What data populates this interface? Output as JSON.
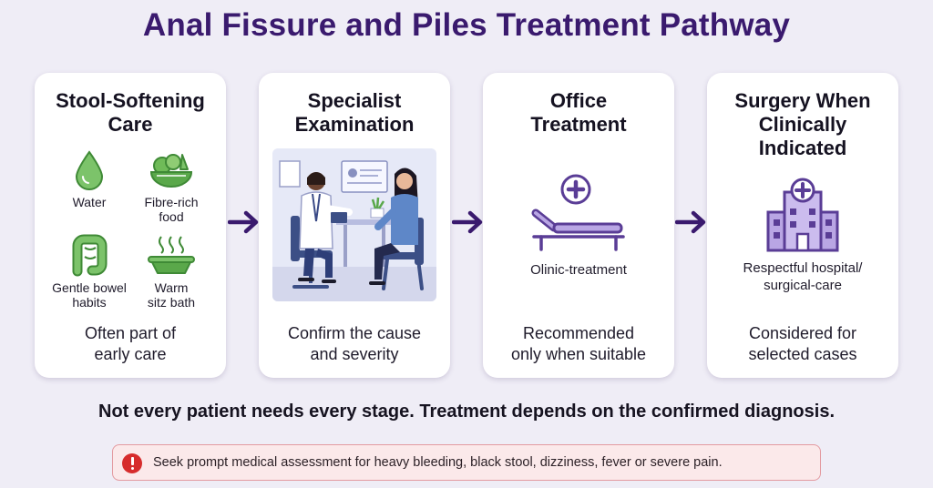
{
  "title": "Anal Fissure and Piles Treatment Pathway",
  "colors": {
    "title": "#3a1a6e",
    "arrow": "#3a1a6e",
    "green_icon": "#5aa84a",
    "purple_icon": "#6a4ea6",
    "warning_bg": "#fbe9ea",
    "warning_icon": "#d62c2c"
  },
  "stages": [
    {
      "title_line1": "Stool-Softening",
      "title_line2": "Care",
      "tips": [
        {
          "icon": "water-drop-icon",
          "line1": "Water",
          "line2": ""
        },
        {
          "icon": "vegetables-bowl-icon",
          "line1": "Fibre-rich",
          "line2": "food"
        },
        {
          "icon": "intestine-icon",
          "line1": "Gentle bowel",
          "line2": "habits"
        },
        {
          "icon": "sitz-bath-icon",
          "line1": "Warm",
          "line2": "sitz bath"
        }
      ],
      "foot_line1": "Often part of",
      "foot_line2": "early care"
    },
    {
      "title_line1": "Specialist",
      "title_line2": "Examination",
      "illustration": "doctor-consultation-illustration",
      "foot_line1": "Confirm the cause",
      "foot_line2": "and severity"
    },
    {
      "title_line1": "Office",
      "title_line2": "Treatment",
      "icon": "treatment-bed-icon",
      "label": "Olinic-treatment",
      "foot_line1": "Recommended",
      "foot_line2": "only when suitable"
    },
    {
      "title_line1": "Surgery When",
      "title_line2": "Clinically Indicated",
      "icon": "hospital-icon",
      "label_line1": "Respectful hospital/",
      "label_line2": "surgical-care",
      "foot_line1": "Considered for",
      "foot_line2": "selected cases"
    }
  ],
  "note": "Not every patient needs every stage. Treatment depends on the confirmed diagnosis.",
  "warning": {
    "icon": "exclamation-icon",
    "text": "Seek prompt medical assessment for heavy bleeding, black stool, dizziness, fever or severe pain."
  }
}
